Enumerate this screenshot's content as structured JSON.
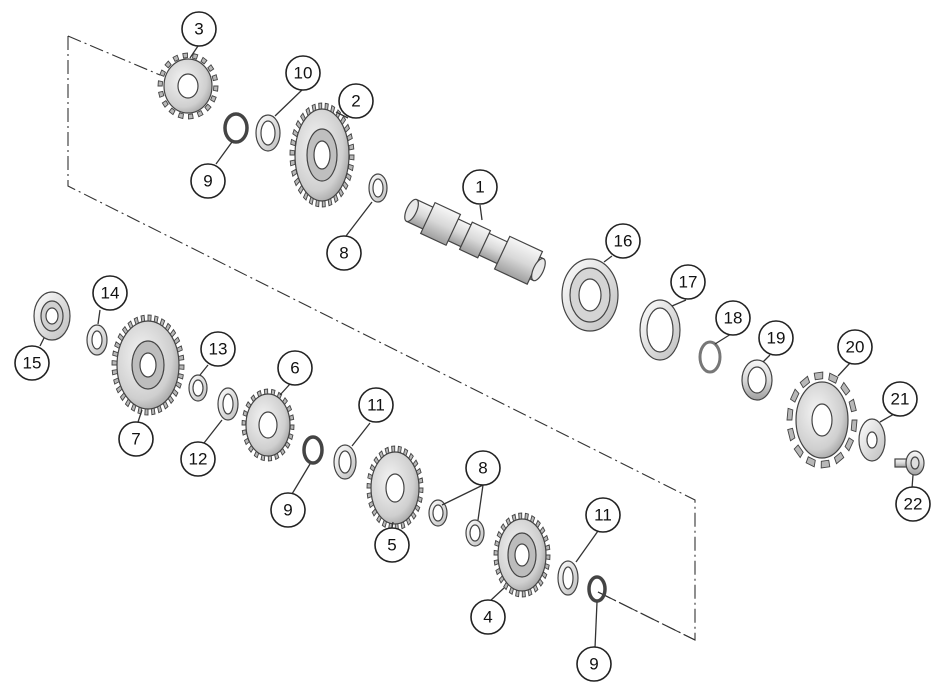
{
  "diagram": {
    "style": {
      "line_color": "#333333",
      "part_fill_light": "#eeeeee",
      "part_fill_mid": "#cccccc",
      "part_fill_dark": "#999999",
      "background": "#ffffff"
    },
    "callouts": [
      {
        "id": "1",
        "label": "1"
      },
      {
        "id": "2",
        "label": "2"
      },
      {
        "id": "3",
        "label": "3"
      },
      {
        "id": "4",
        "label": "4"
      },
      {
        "id": "5",
        "label": "5"
      },
      {
        "id": "6",
        "label": "6"
      },
      {
        "id": "7",
        "label": "7"
      },
      {
        "id": "8a",
        "label": "8"
      },
      {
        "id": "8b",
        "label": "8"
      },
      {
        "id": "9a",
        "label": "9"
      },
      {
        "id": "9b",
        "label": "9"
      },
      {
        "id": "9c",
        "label": "9"
      },
      {
        "id": "10",
        "label": "10"
      },
      {
        "id": "11a",
        "label": "11"
      },
      {
        "id": "11b",
        "label": "11"
      },
      {
        "id": "12",
        "label": "12"
      },
      {
        "id": "13",
        "label": "13"
      },
      {
        "id": "14",
        "label": "14"
      },
      {
        "id": "15",
        "label": "15"
      },
      {
        "id": "16",
        "label": "16"
      },
      {
        "id": "17",
        "label": "17"
      },
      {
        "id": "18",
        "label": "18"
      },
      {
        "id": "19",
        "label": "19"
      },
      {
        "id": "20",
        "label": "20"
      },
      {
        "id": "21",
        "label": "21"
      },
      {
        "id": "22",
        "label": "22"
      }
    ]
  }
}
